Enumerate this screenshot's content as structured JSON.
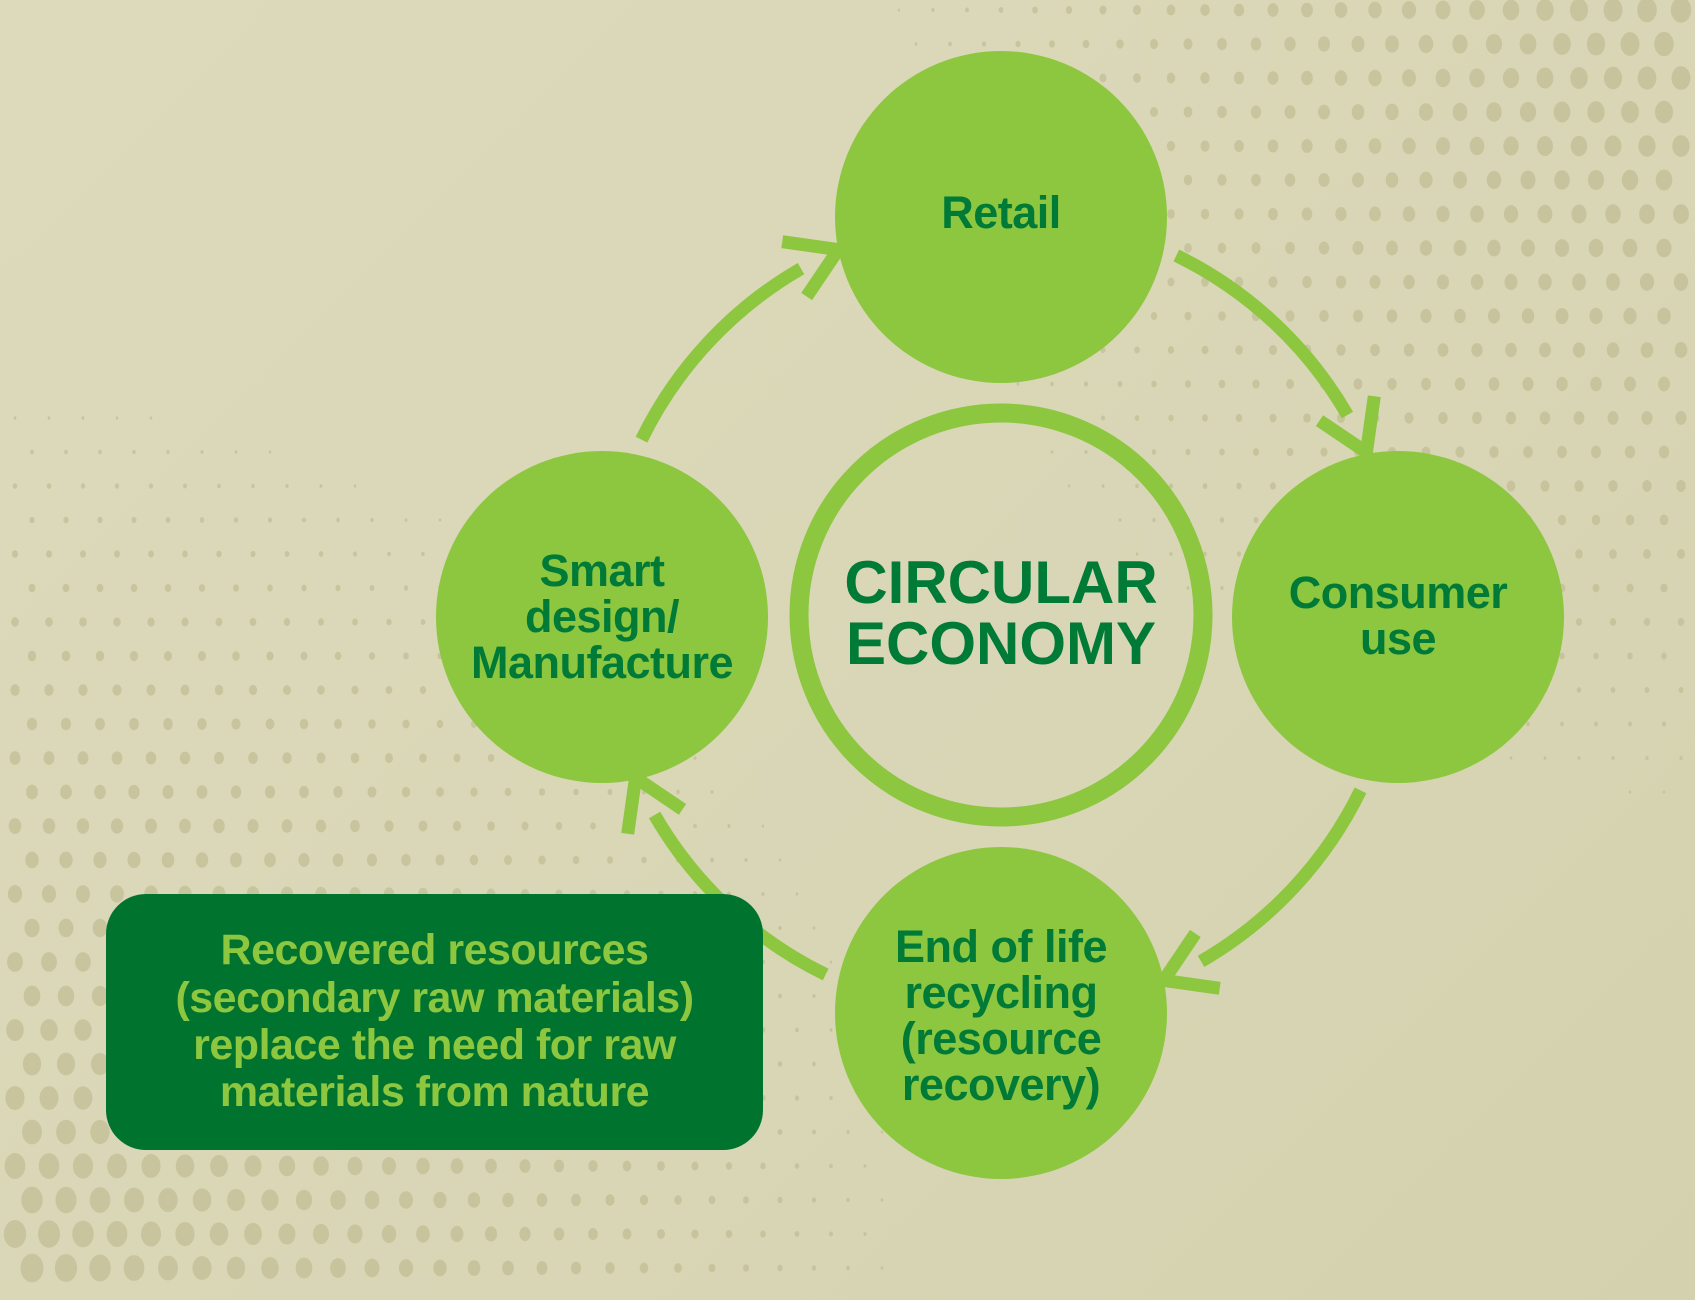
{
  "title": "CIRCULAR ECONOMY",
  "title_lines": [
    "CIRCULAR",
    "ECONOMY"
  ],
  "nodes": [
    {
      "id": "retail",
      "lines": [
        "Retail"
      ]
    },
    {
      "id": "consumer-use",
      "lines": [
        "Consumer",
        "use"
      ]
    },
    {
      "id": "end-of-life",
      "lines": [
        "End of life",
        "recycling",
        "(resource",
        "recovery)"
      ]
    },
    {
      "id": "smart-design",
      "lines": [
        "Smart",
        "design/",
        "Manufacture"
      ]
    }
  ],
  "note_lines": [
    "Recovered resources",
    "(secondary raw materials)",
    "replace the need for raw",
    "materials from nature"
  ],
  "colors": {
    "background": "#dbd9b9",
    "node_fill": "#8dc63f",
    "text_dark": "#007a37",
    "note_fill": "#00742f",
    "dots": "#c3bf97"
  }
}
